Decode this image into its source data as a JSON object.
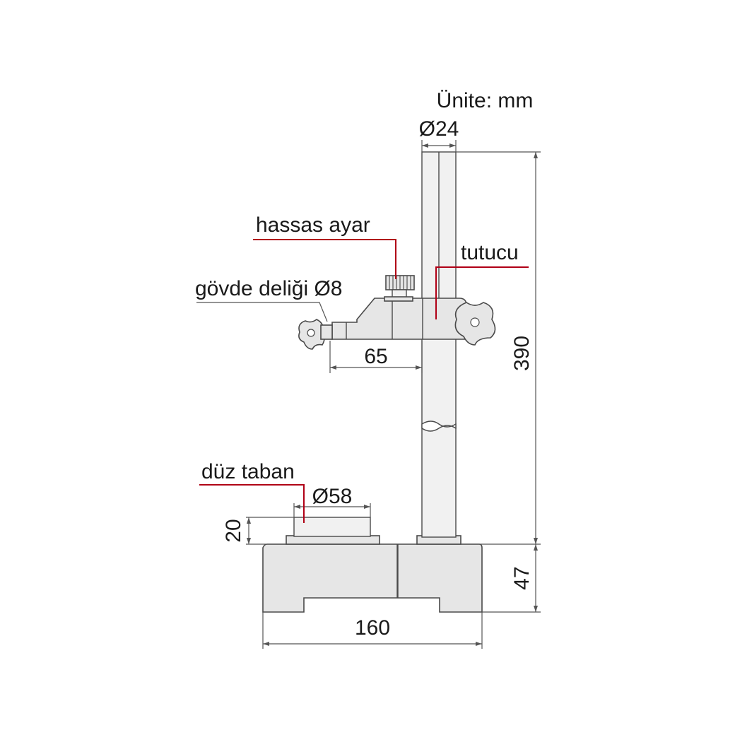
{
  "units_note": "Ünite: mm",
  "labels": {
    "fine_adjust": "hassas ayar",
    "holder": "tutucu",
    "body_hole": "gövde deliği Ø8",
    "flat_base": "düz taban"
  },
  "dimensions": {
    "column_diameter": "Ø24",
    "height": "390",
    "reach": "65",
    "platen_diameter": "Ø58",
    "platen_height": "20",
    "base_height": "47",
    "base_width": "160"
  },
  "colors": {
    "leader": "#b00016",
    "part_fill": "#e6e6e6",
    "outline": "#4a4a4a"
  }
}
